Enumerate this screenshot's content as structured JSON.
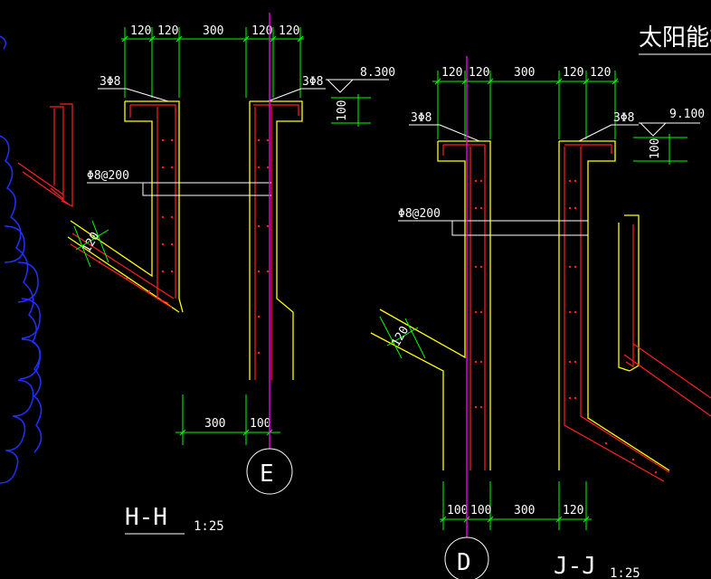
{
  "title_cn": "太阳能板",
  "left_section": {
    "top_dims": [
      "120",
      "120",
      "300",
      "120",
      "120"
    ],
    "rebar_left": "3Φ8",
    "rebar_right": "3Φ8",
    "elevation": "8.300",
    "slab_thickness": "100",
    "stirrup": "Φ8@200",
    "slope_thickness": "120",
    "bottom_dims": [
      "300",
      "100"
    ],
    "axis_label": "E",
    "section_name": "H-H",
    "scale": "1:25"
  },
  "right_section": {
    "top_dims": [
      "120",
      "120",
      "300",
      "120",
      "120"
    ],
    "rebar_left": "3Φ8",
    "rebar_right": "3Φ8",
    "elevation": "9.100",
    "slab_thickness": "100",
    "stirrup": "Φ8@200",
    "slope_thickness": "120",
    "bottom_dims": [
      "100",
      "100",
      "300",
      "120"
    ],
    "axis_label": "D",
    "section_name": "J-J",
    "scale": "1:25"
  },
  "colors": {
    "background": "#000000",
    "concrete_outline": "#ffff00",
    "rebar": "#ff2020",
    "dimension": "#00ff00",
    "axis": "#ff00ff",
    "text": "#ffffff",
    "cloud": "#2030ff"
  }
}
